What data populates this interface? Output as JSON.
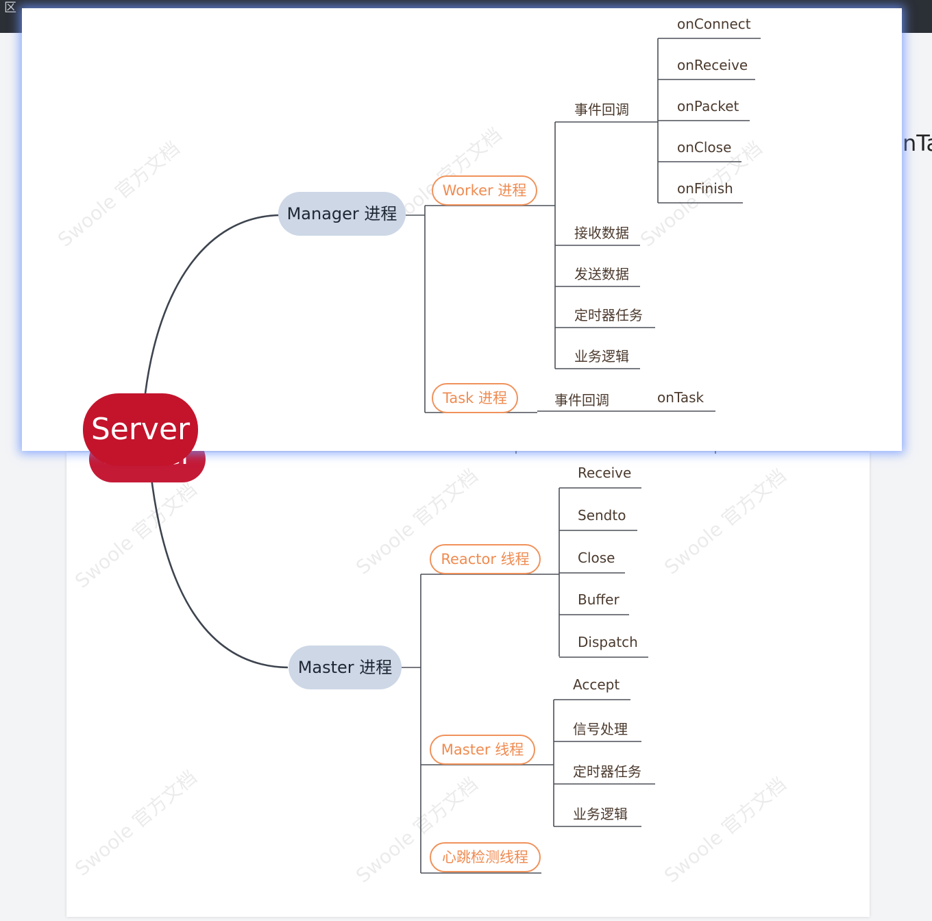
{
  "window": {
    "close_glyph": "区"
  },
  "root": {
    "label": "Server"
  },
  "manager": {
    "label": "Manager 进程",
    "worker": {
      "label": "Worker 进程",
      "event_callback": {
        "label": "事件回调",
        "items": [
          "onConnect",
          "onReceive",
          "onPacket",
          "onClose",
          "onFinish"
        ]
      },
      "items": [
        "接收数据",
        "发送数据",
        "定时器任务",
        "业务逻辑"
      ]
    },
    "task": {
      "label": "Task 进程",
      "event_callback": {
        "label": "事件回调",
        "item": "onTask"
      }
    }
  },
  "master": {
    "label": "Master 进程",
    "reactor": {
      "label": "Reactor 线程",
      "items": [
        "Receive",
        "Sendto",
        "Close",
        "Buffer",
        "Dispatch"
      ]
    },
    "master_thread": {
      "label": "Master 线程",
      "items": [
        "Accept",
        "信号处理",
        "定时器任务",
        "业务逻辑"
      ]
    },
    "heartbeat": {
      "label": "心跳检测线程"
    }
  },
  "side_text": "nTa",
  "watermark": "Swoole 官方文档",
  "colors": {
    "root": "#c3142c",
    "process_node": "#cdd7e6",
    "thread_node_border": "#f0915a",
    "thread_node_text": "#ef8b51"
  }
}
